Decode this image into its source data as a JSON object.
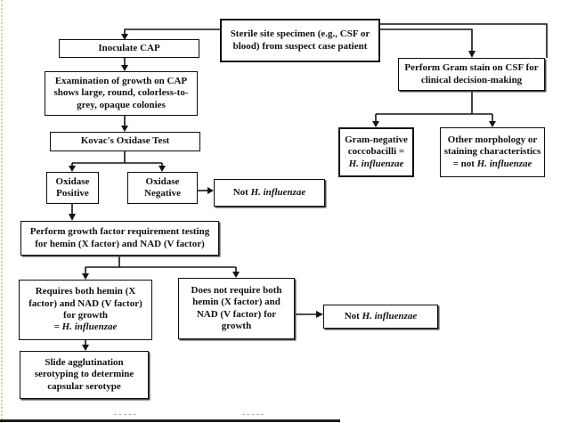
{
  "nodes": {
    "sterile": {
      "text": "Sterile site specimen (e.g., CSF or blood) from suspect case patient"
    },
    "inoculate": {
      "text": "Inoculate CAP"
    },
    "exam": {
      "text": "Examination of growth on CAP shows large, round, colorless-to-grey, opaque colonies"
    },
    "kovac": {
      "text": "Kovac's Oxidase Test"
    },
    "oxidase_positive": {
      "text": "Oxidase Positive"
    },
    "oxidase_negative": {
      "text": "Oxidase Negative"
    },
    "not_hi_1": {
      "prefix": "Not ",
      "species": "H. influenzae"
    },
    "growth_factor": {
      "text": "Perform growth factor requirement testing for hemin (X factor) and NAD (V factor)"
    },
    "requires_both": {
      "text": "Requires both hemin (X factor) and NAD (V factor) for growth",
      "eq": "= ",
      "species": "H. influenzae"
    },
    "does_not_require": {
      "text": "Does not require both hemin (X factor) and NAD (V factor) for growth"
    },
    "not_hi_2": {
      "prefix": "Not ",
      "species": "H. influenzae"
    },
    "slide_agglutination": {
      "text": "Slide agglutination serotyping to determine capsular serotype"
    },
    "gram_stain": {
      "text": "Perform Gram stain on CSF for clinical decision-making"
    },
    "gram_negative": {
      "text": "Gram-negative coccobacilli =",
      "species": "H. influenzae"
    },
    "other_morphology": {
      "text": "Other morphology or staining characteristics",
      "eq": "= not ",
      "species": "H. influenzae"
    }
  },
  "colors": {
    "box_border": "#0d0d0d",
    "text": "#111111",
    "background": "#ffffff",
    "left_edge_dots": "#d9d49c"
  }
}
